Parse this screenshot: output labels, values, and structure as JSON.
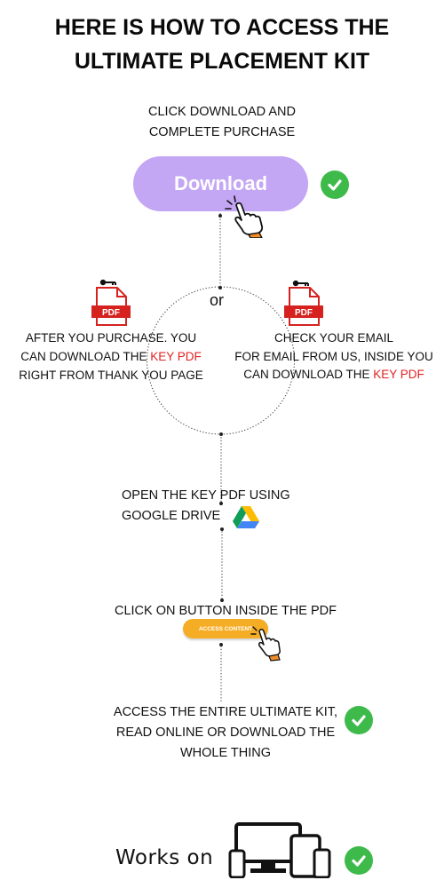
{
  "title": {
    "line1": "HERE IS HOW TO ACCESS THE",
    "line2": "ULTIMATE PLACEMENT KIT"
  },
  "step1": {
    "line1": "CLICK DOWNLOAD AND",
    "line2": "COMPLETE PURCHASE",
    "button": "Download"
  },
  "or_label": "or",
  "left_option": {
    "line1": "AFTER YOU PURCHASE. YOU",
    "line2_prefix": "CAN DOWNLOAD THE ",
    "line2_highlight": "KEY PDF",
    "line3": "RIGHT FROM THANK YOU PAGE",
    "pdf_label": "PDF"
  },
  "right_option": {
    "line1": "CHECK YOUR EMAIL",
    "line2": "FOR EMAIL FROM US, INSIDE YOU",
    "line3_prefix": "CAN DOWNLOAD THE ",
    "line3_highlight": "KEY PDF",
    "pdf_label": "PDF"
  },
  "step3": {
    "line1": "OPEN THE KEY PDF USING",
    "line2": "GOOGLE DRIVE"
  },
  "step4": {
    "line1": "CLICK ON BUTTON INSIDE THE PDF",
    "button": "ACCESS CONTENT"
  },
  "step5": {
    "line1": "ACCESS THE ENTIRE ULTIMATE KIT,",
    "line2": "READ ONLINE OR DOWNLOAD THE",
    "line3": "WHOLE THING"
  },
  "footer": {
    "works_on": "Works on"
  },
  "icons": [
    "check-icon",
    "pointing-hand-icon",
    "key-icon",
    "pdf-file-icon",
    "google-drive-icon",
    "devices-icon"
  ],
  "colors": {
    "download_button": "#c3a6f4",
    "check": "#3dba4a",
    "highlight": "#e32222",
    "access_button": "#f6ad26",
    "pdf_red": "#d5221f"
  }
}
